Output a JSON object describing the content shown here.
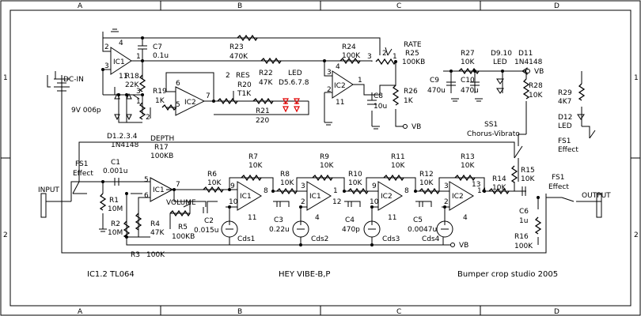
{
  "frame": {
    "columns": [
      "A",
      "B",
      "C",
      "D"
    ],
    "rows": [
      "1",
      "2"
    ]
  },
  "title_block": {
    "ic_note": "IC1.2 TL064",
    "title": "HEY VIBE-B,P",
    "credit": "Bumper crop studio   2005"
  },
  "labels": {
    "dcin": "DC-IN",
    "battery": "9V 006p",
    "input": "INPUT",
    "output": "OUTPUT",
    "fs1_left_name": "FS1",
    "fs1_left_sub": "Effect",
    "fs1_right_name": "FS1",
    "fs1_right_sub": "Effect",
    "fs1_far_name": "FS1",
    "fs1_far_sub": "Effect",
    "rate": "RATE",
    "depth": "DEPTH",
    "res": "RES",
    "volume": "VOLUME",
    "ss1": "SS1",
    "ss1_sub": "Chorus-Vibrato",
    "vb1": "VB",
    "vb2": "VB",
    "vb3": "VB",
    "led_top": "LED",
    "led_top_sub": "D5.6.7.8",
    "d910": "D9.10",
    "d910_sub": "LED",
    "d11": "D11",
    "d11_sub": "1N4148",
    "d1234": "D1.2.3.4",
    "d1234_sub": "1N4148",
    "d12": "D12",
    "d12_sub": "LED",
    "ic_ic1_top": "IC1",
    "ic_ic2_mid": "IC2",
    "ic_ic2_rate": "IC2",
    "ic_ic1_in": "IC1",
    "ic_ic1_s1": "IC1",
    "ic_ic1_s2": "IC1",
    "ic_ic2_s3": "IC2",
    "ic_ic2_s4": "IC2",
    "cds1": "Cds1",
    "cds2": "Cds2",
    "cds3": "Cds3",
    "cds4": "Cds4"
  },
  "parts": {
    "C7": [
      "C7",
      "0.1u"
    ],
    "R23": [
      "R23",
      "470K"
    ],
    "R24": [
      "R24",
      "100K"
    ],
    "R25": [
      "R25",
      "100KB"
    ],
    "R26": [
      "R26",
      "1K"
    ],
    "R18": [
      "R18",
      "22K"
    ],
    "R19": [
      "R19",
      "1K"
    ],
    "R20": [
      "R20",
      "T1K"
    ],
    "R21": [
      "R21",
      "220"
    ],
    "R22": [
      "R22",
      "47K"
    ],
    "C8": [
      "C8",
      "10u"
    ],
    "R17": [
      "R17",
      "100KB"
    ],
    "C9": [
      "C9",
      "470u"
    ],
    "C10": [
      "C10",
      "470u"
    ],
    "R27": [
      "R27",
      "10K"
    ],
    "R28": [
      "R28",
      "10K"
    ],
    "R29": [
      "R29",
      "4K7"
    ],
    "C1": [
      "C1",
      "0.001u"
    ],
    "R1": [
      "R1",
      "10M"
    ],
    "R2": [
      "R2",
      "10M"
    ],
    "R3": [
      "R3",
      "100K"
    ],
    "R4": [
      "R4",
      "47K"
    ],
    "R5": [
      "R5",
      "100KB"
    ],
    "R6": [
      "R6",
      "10K"
    ],
    "R7": [
      "R7",
      "10K"
    ],
    "R8": [
      "R8",
      "10K"
    ],
    "R9": [
      "R9",
      "10K"
    ],
    "R10": [
      "R10",
      "10K"
    ],
    "R11": [
      "R11",
      "10K"
    ],
    "R12": [
      "R12",
      "10K"
    ],
    "R13": [
      "R13",
      "10K"
    ],
    "R14": [
      "R14",
      "10K"
    ],
    "R15": [
      "R15",
      "10K"
    ],
    "R16": [
      "R16",
      "100K"
    ],
    "C2": [
      "C2",
      "0.015u"
    ],
    "C3": [
      "C3",
      "0.22u"
    ],
    "C4": [
      "C4",
      "470p"
    ],
    "C5": [
      "C5",
      "0.0047u"
    ],
    "C6": [
      "C6",
      "1u"
    ]
  },
  "pins": {
    "p1": "1",
    "p2": "2",
    "p3": "3",
    "p4": "4",
    "p5": "5",
    "p6": "6",
    "p7": "7",
    "p8": "8",
    "p9": "9",
    "p10": "10",
    "p11": "11",
    "p12": "12",
    "p13": "13",
    "p14": "14"
  }
}
